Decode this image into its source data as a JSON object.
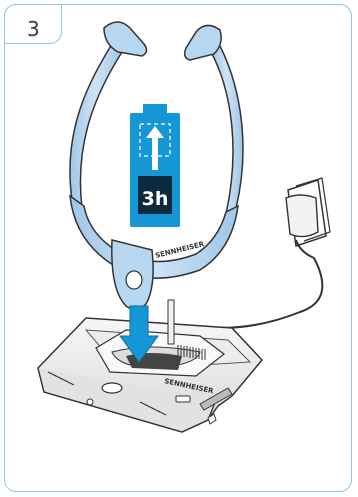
{
  "step": {
    "number": "3"
  },
  "battery": {
    "charge_time": "3h"
  },
  "brand": {
    "headset": "SENNHEISER",
    "base": "SENNHEISER"
  },
  "colors": {
    "frame": "#8cc8e8",
    "headset": "#b7d6ef",
    "battery_blue": "#1597d6",
    "text_dark": "#3a3a3a"
  }
}
